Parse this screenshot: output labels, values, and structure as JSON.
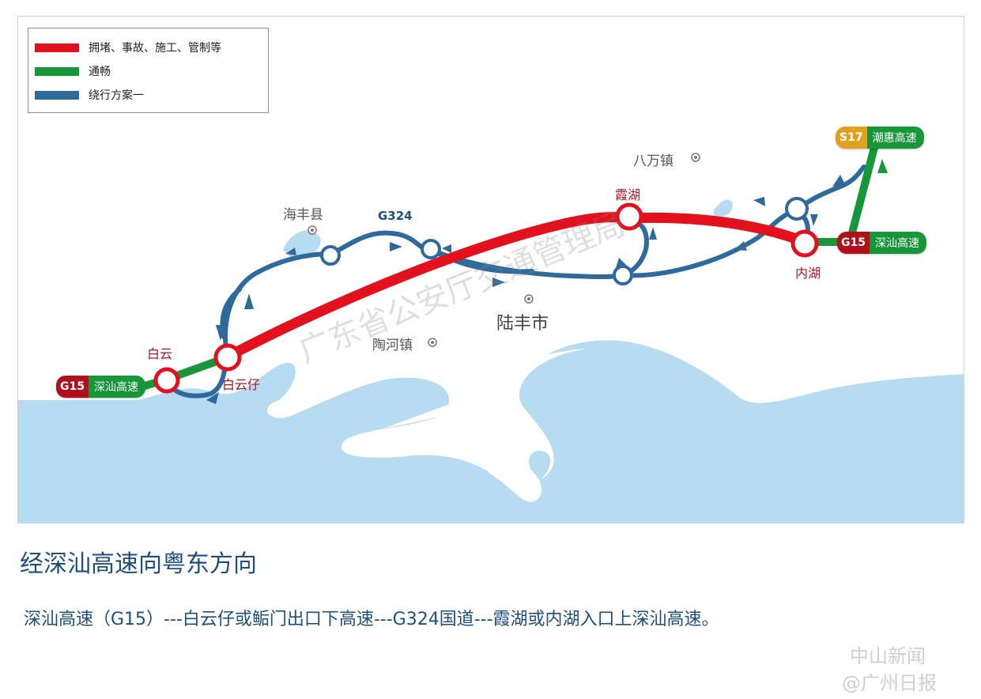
{
  "legend": {
    "items": [
      {
        "label": "拥堵、事故、施工、管制等",
        "color": "#e3101e"
      },
      {
        "label": "通畅",
        "color": "#17963a"
      },
      {
        "label": "绕行方案一",
        "color": "#2f6a9c"
      }
    ]
  },
  "colors": {
    "sea": "#b7dcf2",
    "congested": "#e3101e",
    "clear": "#17963a",
    "detour": "#2f6a9c",
    "interchange_outline": "#e3101e"
  },
  "places": {
    "haifeng": "海丰县",
    "bawan": "八万镇",
    "lufeng": "陆丰市",
    "taohe": "陶河镇"
  },
  "interchanges": {
    "baiyun": "白云",
    "baiyunzai": "白云仔",
    "xiahu": "霞湖",
    "neihu": "内湖"
  },
  "road_label": "G324",
  "shields": {
    "west": {
      "code": "G15",
      "name": "深汕高速"
    },
    "east": {
      "code": "G15",
      "name": "深汕高速"
    },
    "north": {
      "code": "S17",
      "name": "潮惠高速"
    }
  },
  "watermark": "广东省公安厅交通管理局",
  "title": "经深汕高速向粤东方向",
  "subtitle": "深汕高速（G15）---白云仔或鲘门出口下高速---G324国道---霞湖或内湖入口上深汕高速。",
  "credit": {
    "line1": "中山新闻",
    "line2": "@广州日报"
  }
}
